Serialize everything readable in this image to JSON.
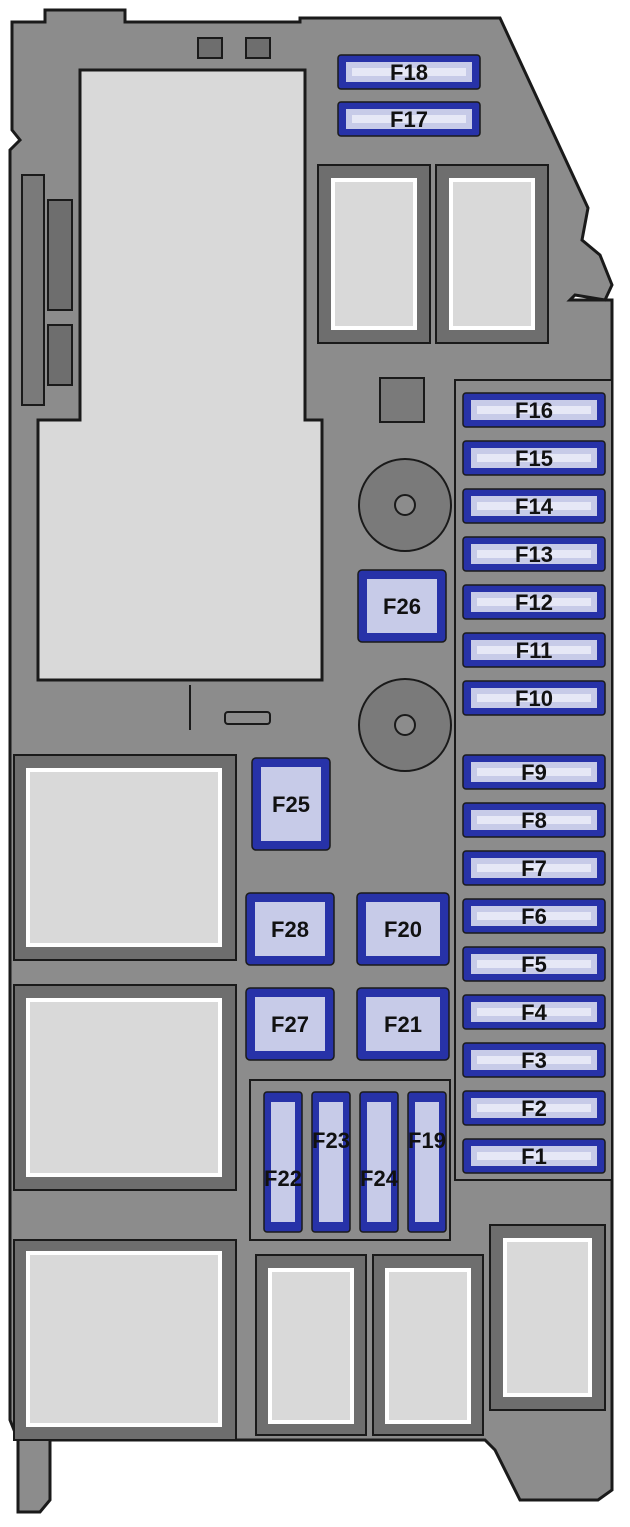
{
  "colors": {
    "housing": "#8c8c8c",
    "housing_dark": "#6e6e6e",
    "outline": "#1a1a1a",
    "relay_outer": "#6e6e6e",
    "relay_inner": "#d9d9d9",
    "fuse_border": "#2732a8",
    "fuse_fill": "#c7cbe8",
    "fuse_inner": "#e6e8f6",
    "label": "#111111"
  },
  "fuses": {
    "F1": "F1",
    "F2": "F2",
    "F3": "F3",
    "F4": "F4",
    "F5": "F5",
    "F6": "F6",
    "F7": "F7",
    "F8": "F8",
    "F9": "F9",
    "F10": "F10",
    "F11": "F11",
    "F12": "F12",
    "F13": "F13",
    "F14": "F14",
    "F15": "F15",
    "F16": "F16",
    "F17": "F17",
    "F18": "F18",
    "F19": "F19",
    "F20": "F20",
    "F21": "F21",
    "F22": "F22",
    "F23": "F23",
    "F24": "F24",
    "F25": "F25",
    "F26": "F26",
    "F27": "F27",
    "F28": "F28"
  }
}
